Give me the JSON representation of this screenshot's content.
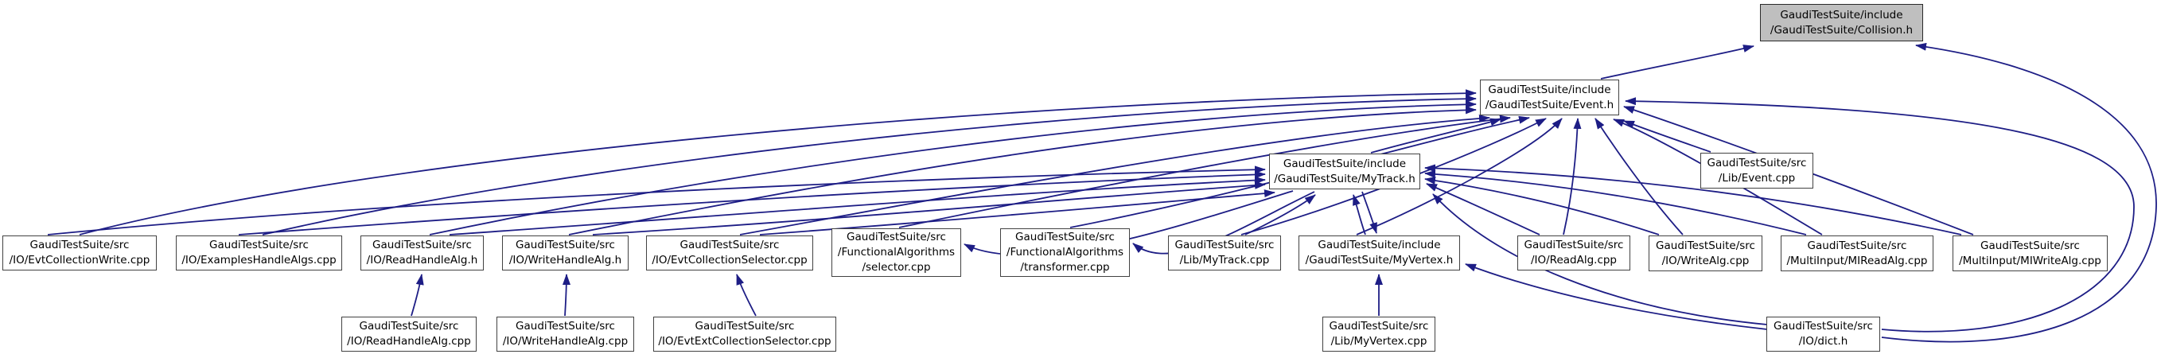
{
  "diagram": {
    "kind": "include-dependency-graph",
    "root_file": "GaudiTestSuite/include/GaudiTestSuite/Collision.h"
  },
  "colors": {
    "edge": "#1d1d85",
    "node_border": "#424242",
    "node_fill": "#ffffff",
    "highlight_fill": "#bfbfbf",
    "text": "#000000",
    "background": "#ffffff"
  },
  "nodes": [
    {
      "id": "collision",
      "highlighted": true,
      "lines": [
        "GaudiTestSuite/include",
        "/GaudiTestSuite/Collision.h"
      ]
    },
    {
      "id": "event",
      "highlighted": false,
      "lines": [
        "GaudiTestSuite/include",
        "/GaudiTestSuite/Event.h"
      ]
    },
    {
      "id": "mytrack",
      "highlighted": false,
      "lines": [
        "GaudiTestSuite/include",
        "/GaudiTestSuite/MyTrack.h"
      ]
    },
    {
      "id": "lib_event_cpp",
      "highlighted": false,
      "lines": [
        "GaudiTestSuite/src",
        "/Lib/Event.cpp"
      ]
    },
    {
      "id": "evtcollectionwrite_cpp",
      "highlighted": false,
      "lines": [
        "GaudiTestSuite/src",
        "/IO/EvtCollectionWrite.cpp"
      ]
    },
    {
      "id": "exampleshandlealgs_cpp",
      "highlighted": false,
      "lines": [
        "GaudiTestSuite/src",
        "/IO/ExamplesHandleAlgs.cpp"
      ]
    },
    {
      "id": "readhandlealg_h",
      "highlighted": false,
      "lines": [
        "GaudiTestSuite/src",
        "/IO/ReadHandleAlg.h"
      ]
    },
    {
      "id": "writehandlealg_h",
      "highlighted": false,
      "lines": [
        "GaudiTestSuite/src",
        "/IO/WriteHandleAlg.h"
      ]
    },
    {
      "id": "evtcollectionselector_cpp",
      "highlighted": false,
      "lines": [
        "GaudiTestSuite/src",
        "/IO/EvtCollectionSelector.cpp"
      ]
    },
    {
      "id": "selector_cpp",
      "highlighted": false,
      "lines": [
        "GaudiTestSuite/src",
        "/FunctionalAlgorithms",
        "/selector.cpp"
      ]
    },
    {
      "id": "transformer_cpp",
      "highlighted": false,
      "lines": [
        "GaudiTestSuite/src",
        "/FunctionalAlgorithms",
        "/transformer.cpp"
      ]
    },
    {
      "id": "lib_mytrack_cpp",
      "highlighted": false,
      "lines": [
        "GaudiTestSuite/src",
        "/Lib/MyTrack.cpp"
      ]
    },
    {
      "id": "myvertex_h",
      "highlighted": false,
      "lines": [
        "GaudiTestSuite/include",
        "/GaudiTestSuite/MyVertex.h"
      ]
    },
    {
      "id": "readalg_cpp",
      "highlighted": false,
      "lines": [
        "GaudiTestSuite/src",
        "/IO/ReadAlg.cpp"
      ]
    },
    {
      "id": "writealg_cpp",
      "highlighted": false,
      "lines": [
        "GaudiTestSuite/src",
        "/IO/WriteAlg.cpp"
      ]
    },
    {
      "id": "mireadalg_cpp",
      "highlighted": false,
      "lines": [
        "GaudiTestSuite/src",
        "/MultiInput/MIReadAlg.cpp"
      ]
    },
    {
      "id": "miwritealg_cpp",
      "highlighted": false,
      "lines": [
        "GaudiTestSuite/src",
        "/MultiInput/MIWriteAlg.cpp"
      ]
    },
    {
      "id": "readhandlealg_cpp",
      "highlighted": false,
      "lines": [
        "GaudiTestSuite/src",
        "/IO/ReadHandleAlg.cpp"
      ]
    },
    {
      "id": "writehandlealg_cpp",
      "highlighted": false,
      "lines": [
        "GaudiTestSuite/src",
        "/IO/WriteHandleAlg.cpp"
      ]
    },
    {
      "id": "evtextcollectionselector_cpp",
      "highlighted": false,
      "lines": [
        "GaudiTestSuite/src",
        "/IO/EvtExtCollectionSelector.cpp"
      ]
    },
    {
      "id": "lib_myvertex_cpp",
      "highlighted": false,
      "lines": [
        "GaudiTestSuite/src",
        "/Lib/MyVertex.cpp"
      ]
    },
    {
      "id": "dict_h",
      "highlighted": false,
      "lines": [
        "GaudiTestSuite/src",
        "/IO/dict.h"
      ]
    }
  ],
  "edges": [
    {
      "from": "event",
      "to": "collision"
    },
    {
      "from": "dict_h",
      "to": "collision"
    },
    {
      "from": "mytrack",
      "to": "event"
    },
    {
      "from": "evtcollectionwrite_cpp",
      "to": "event"
    },
    {
      "from": "exampleshandlealgs_cpp",
      "to": "event"
    },
    {
      "from": "readhandlealg_h",
      "to": "event"
    },
    {
      "from": "writehandlealg_h",
      "to": "event"
    },
    {
      "from": "evtcollectionselector_cpp",
      "to": "event"
    },
    {
      "from": "selector_cpp",
      "to": "event"
    },
    {
      "from": "transformer_cpp",
      "to": "event"
    },
    {
      "from": "lib_mytrack_cpp",
      "to": "event"
    },
    {
      "from": "myvertex_h",
      "to": "event"
    },
    {
      "from": "readalg_cpp",
      "to": "event"
    },
    {
      "from": "writealg_cpp",
      "to": "event"
    },
    {
      "from": "mireadalg_cpp",
      "to": "event"
    },
    {
      "from": "miwritealg_cpp",
      "to": "event"
    },
    {
      "from": "lib_event_cpp",
      "to": "event"
    },
    {
      "from": "dict_h",
      "to": "event"
    },
    {
      "from": "evtcollectionwrite_cpp",
      "to": "mytrack"
    },
    {
      "from": "exampleshandlealgs_cpp",
      "to": "mytrack"
    },
    {
      "from": "readhandlealg_h",
      "to": "mytrack"
    },
    {
      "from": "writehandlealg_h",
      "to": "mytrack"
    },
    {
      "from": "evtcollectionselector_cpp",
      "to": "mytrack"
    },
    {
      "from": "mytrack",
      "to": "selector_cpp"
    },
    {
      "from": "mytrack",
      "to": "transformer_cpp"
    },
    {
      "from": "lib_mytrack_cpp",
      "to": "mytrack"
    },
    {
      "from": "myvertex_h",
      "to": "mytrack"
    },
    {
      "from": "mytrack",
      "to": "myvertex_h"
    },
    {
      "from": "readalg_cpp",
      "to": "mytrack"
    },
    {
      "from": "writealg_cpp",
      "to": "mytrack"
    },
    {
      "from": "mireadalg_cpp",
      "to": "mytrack"
    },
    {
      "from": "miwritealg_cpp",
      "to": "mytrack"
    },
    {
      "from": "dict_h",
      "to": "mytrack"
    },
    {
      "from": "dict_h",
      "to": "myvertex_h"
    },
    {
      "from": "lib_myvertex_cpp",
      "to": "myvertex_h"
    },
    {
      "from": "readhandlealg_cpp",
      "to": "readhandlealg_h"
    },
    {
      "from": "writehandlealg_cpp",
      "to": "writehandlealg_h"
    },
    {
      "from": "evtextcollectionselector_cpp",
      "to": "evtcollectionselector_cpp"
    }
  ]
}
